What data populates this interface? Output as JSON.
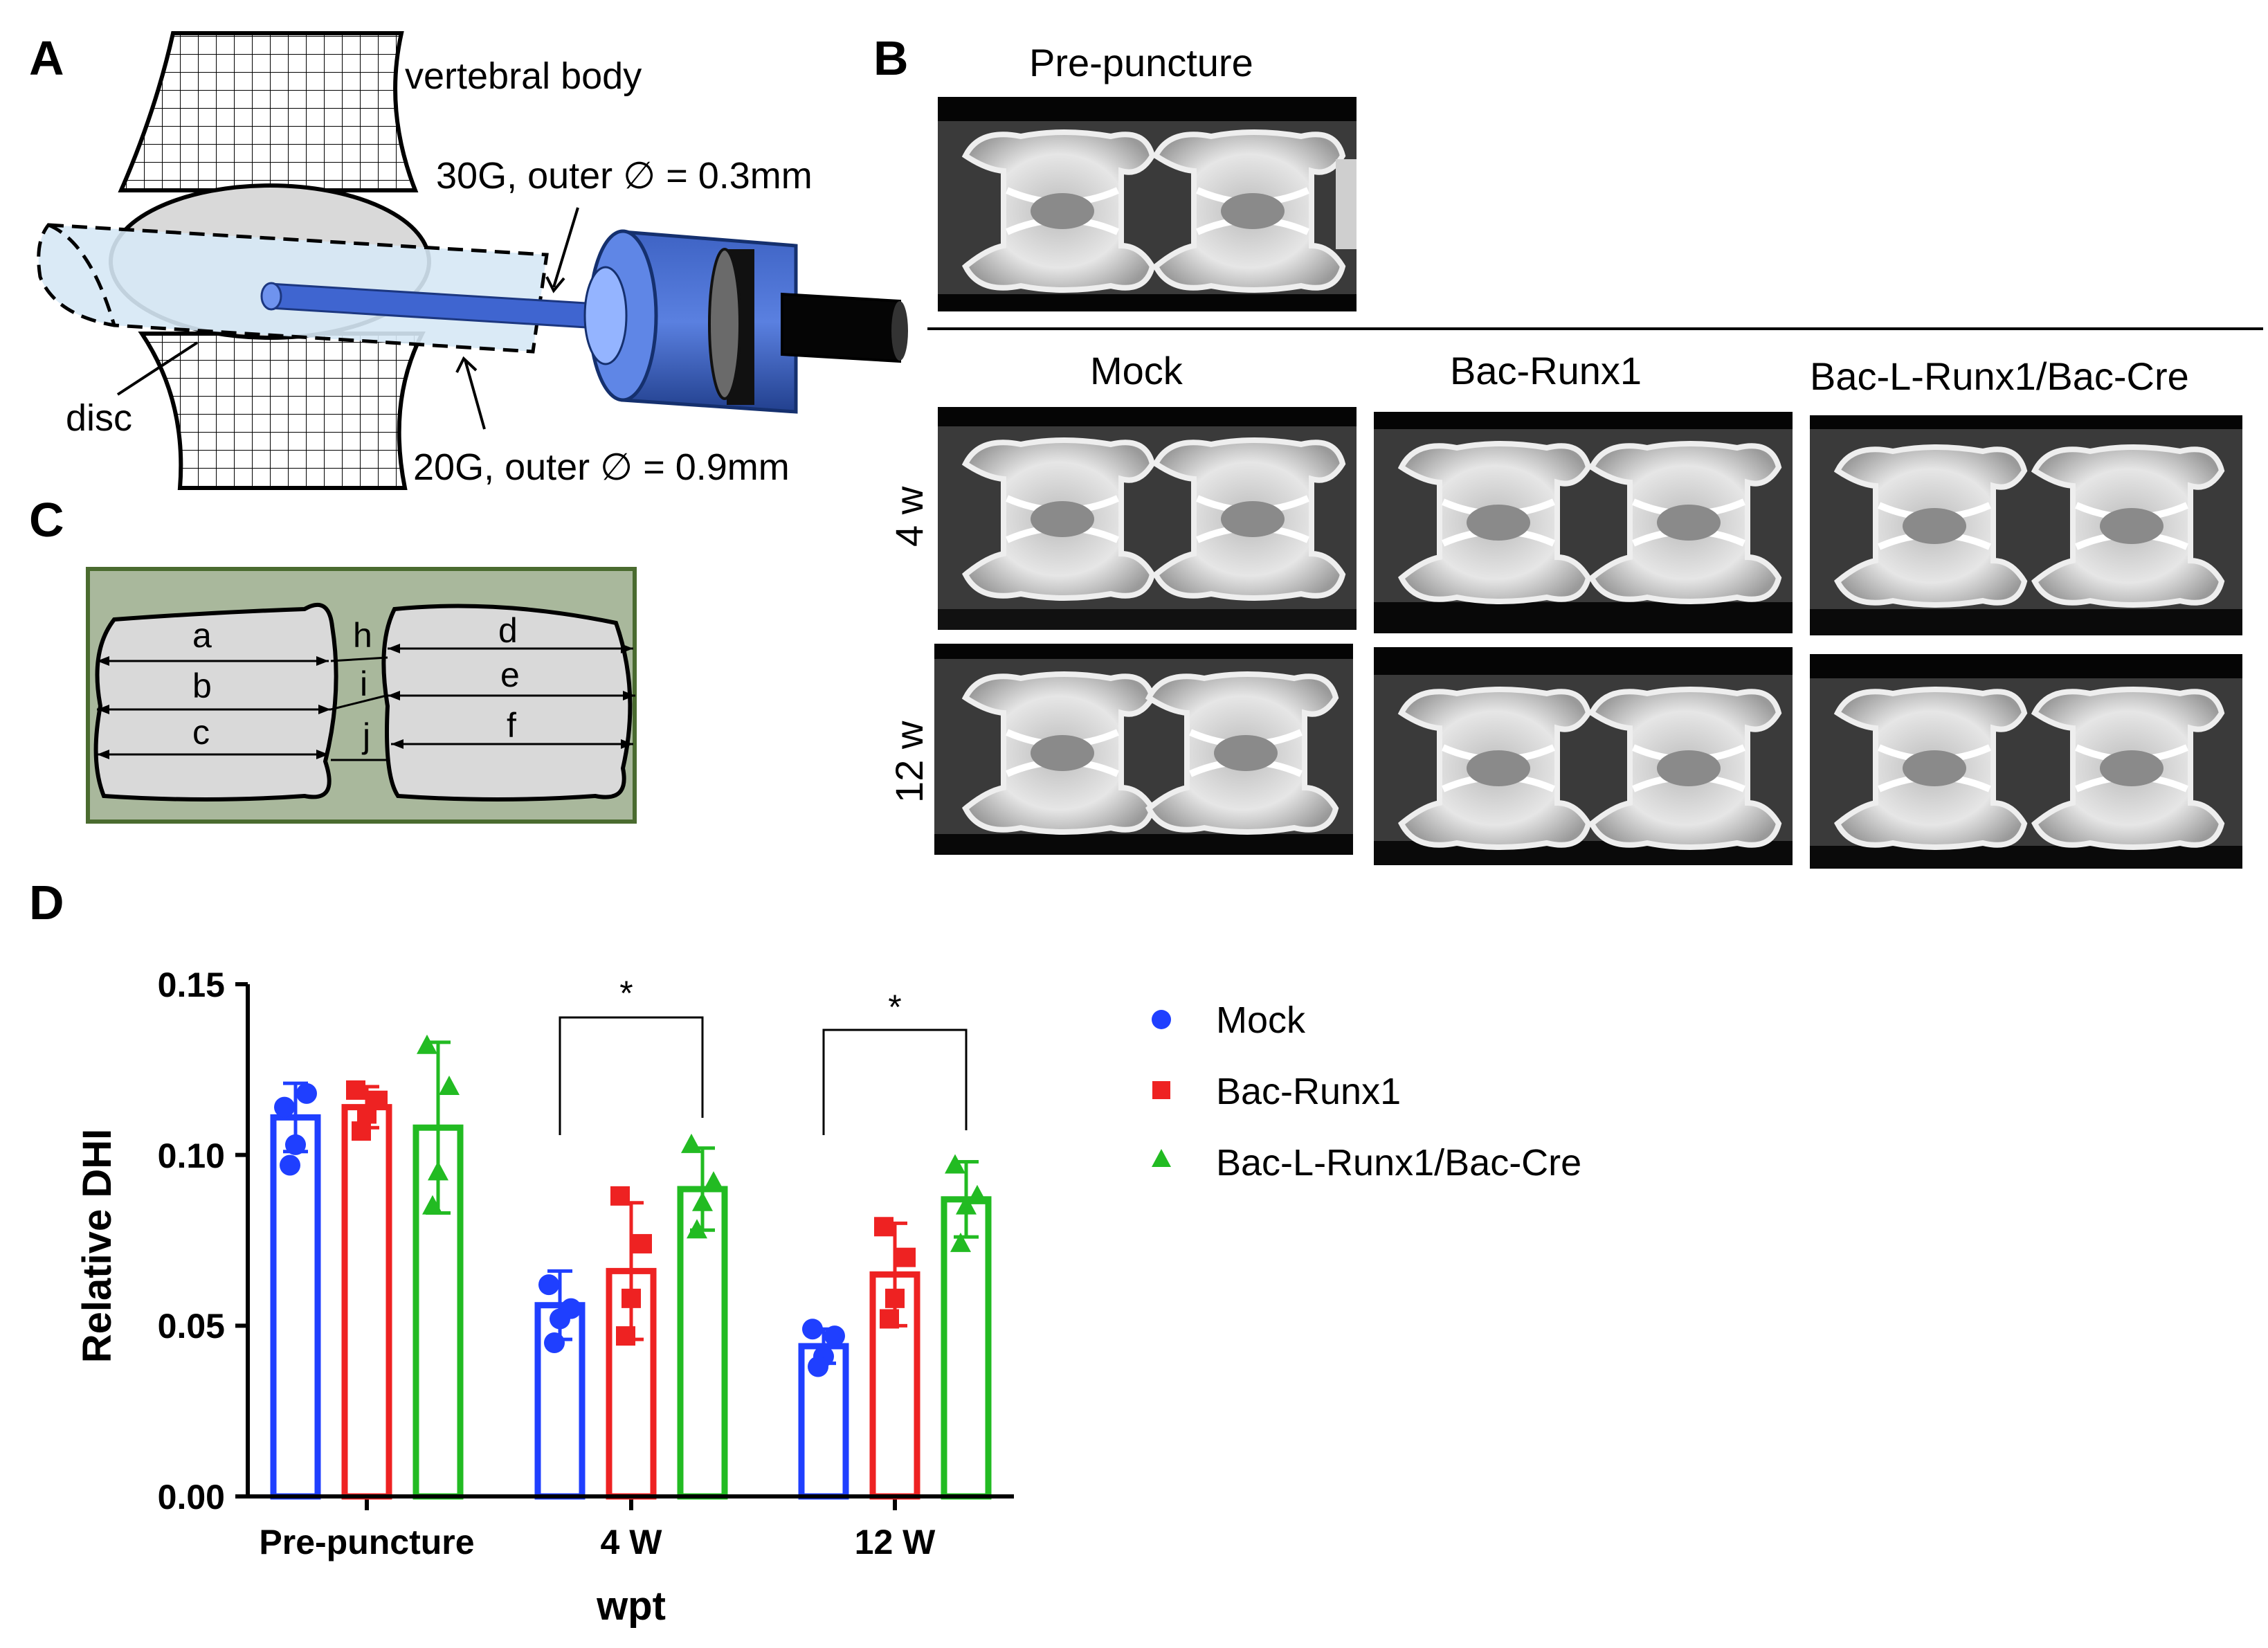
{
  "panels": {
    "A": "A",
    "B": "B",
    "C": "C",
    "D": "D"
  },
  "panel_a": {
    "vertebral_body": "vertebral body",
    "needle_30g": "30G, outer ∅ = 0.3mm",
    "needle_20g": "20G, outer ∅ = 0.9mm",
    "disc": "disc"
  },
  "panel_b": {
    "pre_puncture": "Pre-puncture",
    "columns": [
      "Mock",
      "Bac-Runx1",
      "Bac-L-Runx1/Bac-Cre"
    ],
    "rows": [
      "4 w",
      "12 w"
    ]
  },
  "panel_c": {
    "labels": [
      "a",
      "b",
      "c",
      "d",
      "e",
      "f",
      "h",
      "i",
      "j"
    ],
    "colors": {
      "background": "#a9b89c",
      "border": "#4a6b2f",
      "vertebra": "#d9d9d9"
    }
  },
  "chart_data": {
    "type": "bar",
    "categories": [
      "Pre-puncture",
      "4 W",
      "12 W"
    ],
    "xlabel": "wpt",
    "ylabel": "Relative DHI",
    "ylim": [
      0,
      0.15
    ],
    "yticks": [
      "0.00",
      "0.05",
      "0.10",
      "0.15"
    ],
    "legend_position": "right",
    "series": [
      {
        "name": "Mock",
        "color": "#1f3fff",
        "marker": "circle",
        "values": [
          0.111,
          0.056,
          0.044
        ],
        "sd": [
          0.01,
          0.01,
          0.005
        ],
        "points": [
          [
            0.114,
            0.118,
            0.103,
            0.097
          ],
          [
            0.062,
            0.055,
            0.052,
            0.045
          ],
          [
            0.049,
            0.047,
            0.041,
            0.038
          ]
        ]
      },
      {
        "name": "Bac-Runx1",
        "color": "#ee2222",
        "marker": "square",
        "values": [
          0.114,
          0.066,
          0.065
        ],
        "sd": [
          0.006,
          0.02,
          0.015
        ],
        "points": [
          [
            0.119,
            0.116,
            0.112,
            0.107
          ],
          [
            0.088,
            0.074,
            0.058,
            0.047
          ],
          [
            0.079,
            0.07,
            0.058,
            0.052
          ]
        ]
      },
      {
        "name": "Bac-L-Runx1/Bac-Cre",
        "color": "#22bb22",
        "marker": "triangle",
        "values": [
          0.108,
          0.09,
          0.087
        ],
        "sd": [
          0.025,
          0.012,
          0.011
        ],
        "points": [
          [
            0.132,
            0.12,
            0.095,
            0.085
          ],
          [
            0.103,
            0.092,
            0.086,
            0.078
          ],
          [
            0.097,
            0.088,
            0.085,
            0.074
          ]
        ]
      }
    ],
    "annotations": [
      {
        "label": "*",
        "between": [
          "4 W",
          "Mock",
          "Bac-L-Runx1/Bac-Cre"
        ]
      },
      {
        "label": "*",
        "between": [
          "12 W",
          "Mock",
          "Bac-L-Runx1/Bac-Cre"
        ]
      }
    ]
  }
}
